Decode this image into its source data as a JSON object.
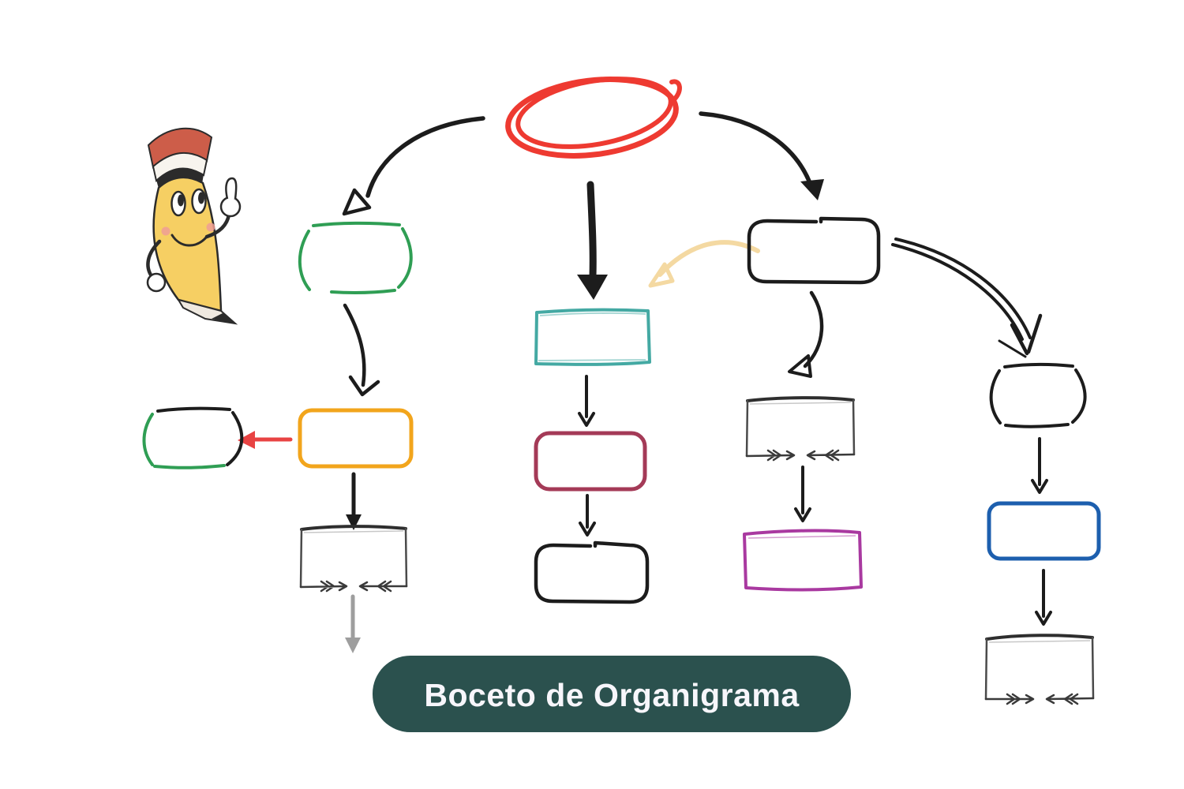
{
  "title": {
    "label": "Boceto de Organigrama",
    "bg": "#2b514e",
    "text_color": "#f7f6fb"
  },
  "palette": {
    "red_scribble": "#ee3a31",
    "red_arrow": "#e84343",
    "black": "#1c1c1c",
    "green": "#2f9e54",
    "orange": "#f2a51c",
    "teal": "#44a9a3",
    "maroon": "#a43a57",
    "magenta": "#a939a0",
    "blue": "#1d5fae",
    "tan": "#f4d9a2",
    "gray": "#9e9e9e",
    "sketch_dark": "#2e2e2e"
  },
  "mascot": {
    "body_color": "#f6cf63",
    "eraser_color": "#cd5d49",
    "blush_color": "#ef9d95"
  },
  "diagram": {
    "type": "org-chart-sketch",
    "root": {
      "shape": "scribbled-oval",
      "color_key": "red_scribble",
      "label": ""
    },
    "columns": [
      {
        "id": "left",
        "nodes": [
          {
            "shape": "stadium",
            "color_key": "green",
            "label": ""
          },
          {
            "shape": "rounded-rect",
            "color_key": "orange",
            "label": ""
          },
          {
            "shape": "sketch-rect-arrow-base",
            "color_key": "sketch_dark",
            "label": ""
          }
        ],
        "side_node": {
          "shape": "stadium",
          "color_key": "green+black",
          "label": "",
          "linked_by": "red-arrow"
        }
      },
      {
        "id": "center",
        "nodes": [
          {
            "shape": "rect",
            "color_key": "teal",
            "label": ""
          },
          {
            "shape": "rounded-rect",
            "color_key": "maroon",
            "label": ""
          },
          {
            "shape": "notched-rounded-rect",
            "color_key": "black",
            "label": ""
          }
        ]
      },
      {
        "id": "right",
        "nodes": [
          {
            "shape": "notched-rounded-rect",
            "color_key": "black",
            "label": ""
          },
          {
            "shape": "sketch-rect-arrow-base",
            "color_key": "sketch_dark",
            "label": ""
          },
          {
            "shape": "rect",
            "color_key": "magenta",
            "label": ""
          }
        ]
      },
      {
        "id": "far-right",
        "nodes": [
          {
            "shape": "stadium",
            "color_key": "black",
            "label": ""
          },
          {
            "shape": "rounded-rect",
            "color_key": "blue",
            "label": ""
          },
          {
            "shape": "sketch-rect-arrow-base",
            "color_key": "sketch_dark",
            "label": ""
          }
        ]
      }
    ]
  }
}
